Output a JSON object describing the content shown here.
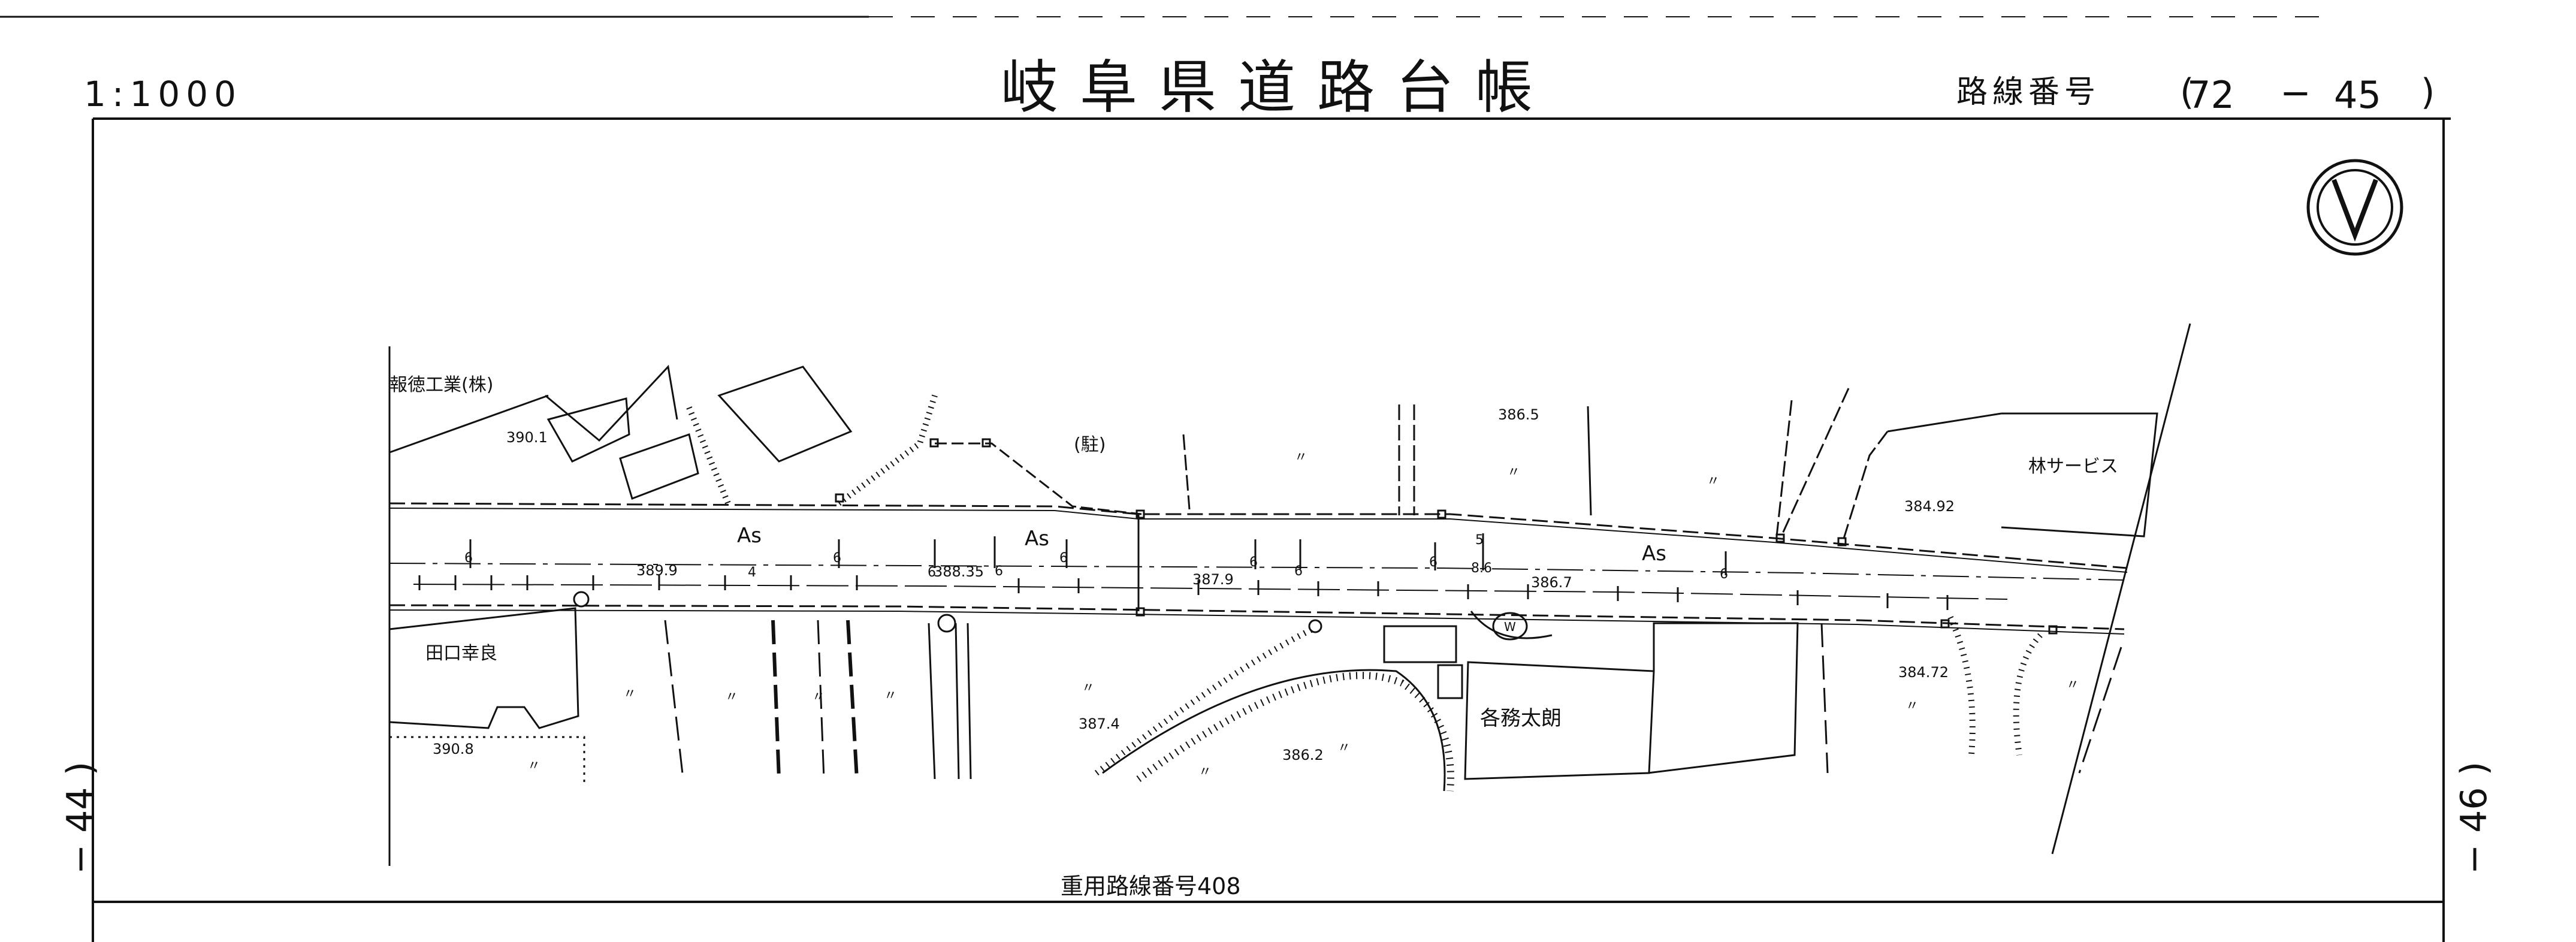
{
  "header": {
    "scale": "1:1000",
    "title": "岐阜県道路台帳",
    "route_label": "路線番号",
    "route_no_a": "72",
    "route_no_b": "45"
  },
  "adjacent_sheets": {
    "left": "44",
    "right": "46"
  },
  "map": {
    "north_symbol": "north-arrow-icon",
    "labels": {
      "hotoku": "報徳工業(株)",
      "taguchi": "田口幸良",
      "kakumu": "各務太朗",
      "hayashi": "林サービス",
      "parking": "(駐)",
      "as1": "As",
      "as2": "As",
      "as3": "As",
      "w": "W"
    },
    "elevations": {
      "e1": "390.1",
      "e2": "389.9",
      "e3": "388.35",
      "e4": "387.9",
      "e5": "386.7",
      "e6": "386.5",
      "e7": "384.92",
      "e8": "384.72",
      "e9": "387.4",
      "e10": "386.2",
      "e11": "390.8"
    },
    "widths": {
      "w1": "6",
      "w2": "6",
      "w3": "6",
      "w4": "6",
      "w5": "6",
      "w6": "6",
      "w7": "6",
      "w8": "6",
      "w9": "8.6",
      "w10": "6",
      "w11": "5",
      "w12": "4"
    },
    "field_mark": "〃",
    "overlap_note": "重用路線番号408"
  },
  "colors": {
    "ink": "#111111",
    "paper": "#ffffff"
  }
}
